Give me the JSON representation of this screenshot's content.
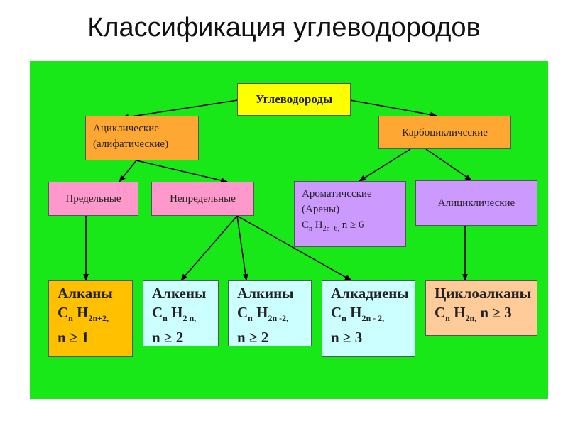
{
  "title": "Классификация углеводородов",
  "colors": {
    "panel": "#18e818",
    "root": "#ffff00",
    "orange": "#ffa733",
    "pink": "#ff99cc",
    "violet": "#cc99ff",
    "gold": "#ffc000",
    "cyan": "#ccffff",
    "peach": "#ffcc99"
  },
  "nodes": {
    "root": "Углеводороды",
    "acyclic": {
      "line1": "Ациклические",
      "line2": "(алифатические)"
    },
    "carbocyclic": "Карбоцикличсские",
    "saturated": "Предельные",
    "unsaturated": "Непредельные",
    "aromatic": {
      "line1": "Ароматичсские",
      "line2": "(Арены)",
      "formula_c": "C",
      "sub1": "n",
      "formula_h": "H",
      "sub2": "2n- 6,",
      "cond": "n ≥ 6"
    },
    "alicyclic": "Алициклические",
    "alkanes": {
      "name": "Алканы",
      "c": "C",
      "sub1": "n",
      "h": "H",
      "sub2": "2n+2,",
      "cond": "n ≥ 1"
    },
    "alkenes": {
      "name": "Алкены",
      "c": "C",
      "sub1": "n",
      "h": "H",
      "sub2": "2 n,",
      "cond": "n ≥ 2"
    },
    "alkynes": {
      "name": "Алкины",
      "c": "C",
      "sub1": "n",
      "h": "H",
      "sub2": "2n -2,",
      "cond": "n ≥ 2"
    },
    "alkadienes": {
      "name": "Алкадиены",
      "c": "C",
      "sub1": "n",
      "h": "H",
      "sub2": "2n - 2,",
      "cond": "n ≥ 3"
    },
    "cycloalkanes": {
      "name": "Циклоалканы",
      "c": "C",
      "sub1": "n",
      "h": "H",
      "sub2": "2n,",
      "cond": "n ≥ 3"
    }
  }
}
